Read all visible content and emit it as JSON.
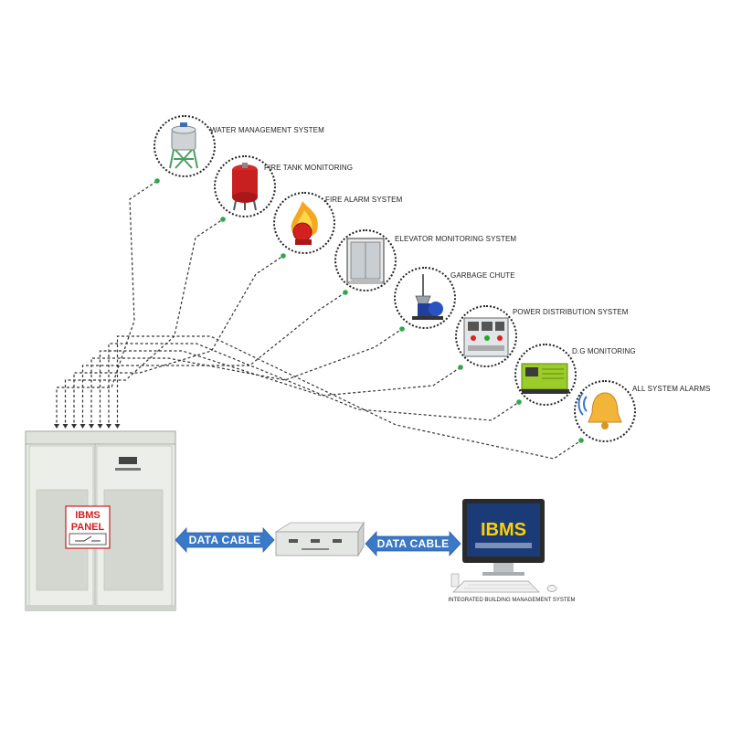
{
  "nodes": [
    {
      "label": "WATER MANAGEMENT SYSTEM",
      "icon": "water-tank-icon"
    },
    {
      "label": "FIRE TANK MONITORING",
      "icon": "fire-tank-icon"
    },
    {
      "label": "FIRE ALARM SYSTEM",
      "icon": "fire-alarm-icon"
    },
    {
      "label": "ELEVATOR MONITORING SYSTEM",
      "icon": "elevator-icon"
    },
    {
      "label": "GARBAGE CHUTE",
      "icon": "garbage-chute-icon"
    },
    {
      "label": "POWER DISTRIBUTION SYSTEM",
      "icon": "power-panel-icon"
    },
    {
      "label": "D.G MONITORING",
      "icon": "generator-icon"
    },
    {
      "label": "ALL SYSTEM ALARMS",
      "icon": "alarm-bell-icon"
    }
  ],
  "panel": {
    "label_line1": "IBMS",
    "label_line2": "PANEL"
  },
  "cables": {
    "left": "DATA CABLE",
    "right": "DATA CABLE"
  },
  "monitor": {
    "screen_text": "IBMS"
  },
  "footer": {
    "label": "INTEGRATED BUILDING MANAGEMENT SYSTEM"
  },
  "colors": {
    "cable_arrow": "#3a78c8",
    "panel_label": "#d02020",
    "screen_bg": "#1b3a78",
    "screen_text": "#ffd000",
    "connector_dot": "#2ea84a"
  }
}
